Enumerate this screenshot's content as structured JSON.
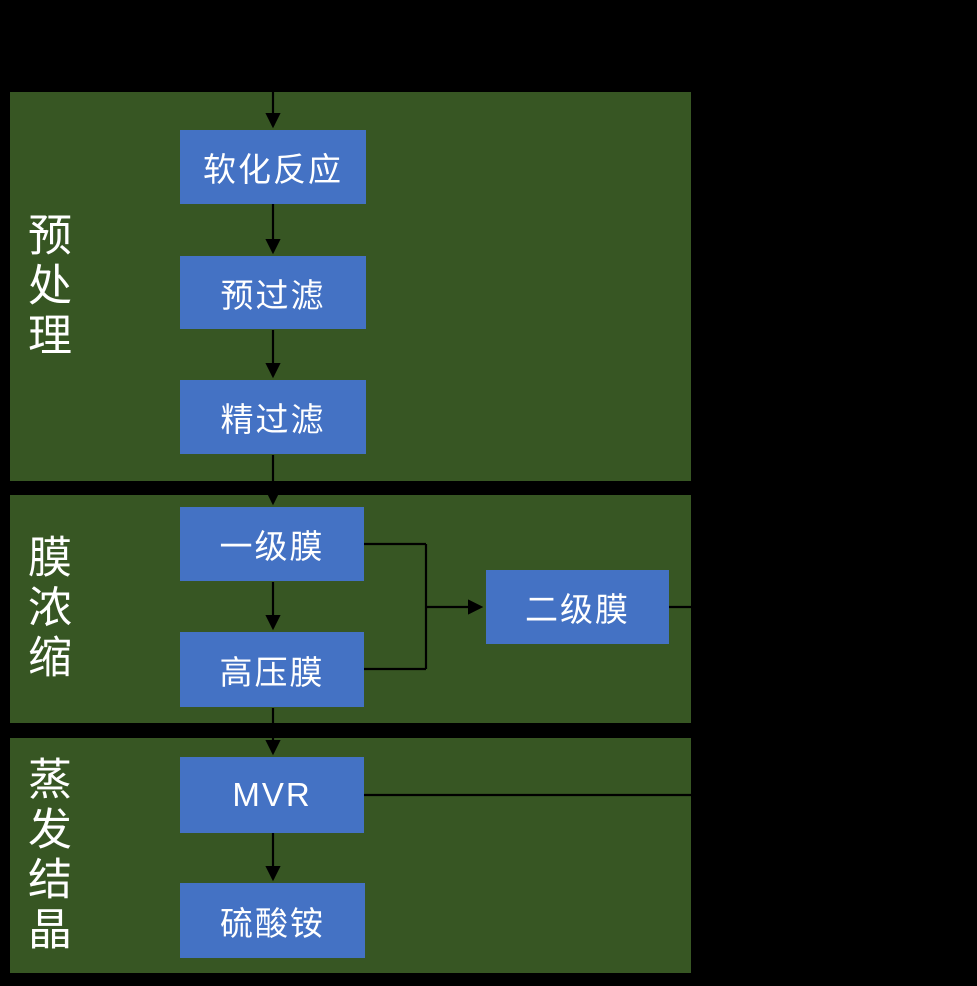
{
  "colors": {
    "background": "#000000",
    "panel-green": "#375623",
    "node-blue": "#4472C4",
    "text-white": "#FFFFFF",
    "line-black": "#000000"
  },
  "sections": [
    {
      "label": "预处理"
    },
    {
      "label": "膜浓缩"
    },
    {
      "label": "蒸发结晶"
    }
  ],
  "nodes": {
    "soften": {
      "label": "软化反应"
    },
    "prefilter": {
      "label": "预过滤"
    },
    "finefilter": {
      "label": "精过滤"
    },
    "membrane1": {
      "label": "一级膜"
    },
    "highpressure": {
      "label": "高压膜"
    },
    "membrane2": {
      "label": "二级膜"
    },
    "mvr": {
      "label": "MVR"
    },
    "ammonium": {
      "label": "硫酸铵"
    }
  },
  "edges": [
    {
      "from": "feed-top",
      "to": "soften",
      "arrow": true
    },
    {
      "from": "soften",
      "to": "prefilter",
      "arrow": true
    },
    {
      "from": "prefilter",
      "to": "finefilter",
      "arrow": true
    },
    {
      "from": "finefilter",
      "to": "membrane1",
      "arrow": true
    },
    {
      "from": "membrane1",
      "to": "highpressure",
      "arrow": true
    },
    {
      "from": "membrane1",
      "to": "membrane2",
      "arrow": true
    },
    {
      "from": "highpressure",
      "to": "membrane2",
      "arrow": true
    },
    {
      "from": "membrane2",
      "to": "off-canvas-right",
      "arrow": false
    },
    {
      "from": "highpressure",
      "to": "mvr",
      "arrow": true
    },
    {
      "from": "mvr",
      "to": "ammonium",
      "arrow": true
    },
    {
      "from": "mvr",
      "to": "off-canvas-right",
      "arrow": false
    }
  ]
}
